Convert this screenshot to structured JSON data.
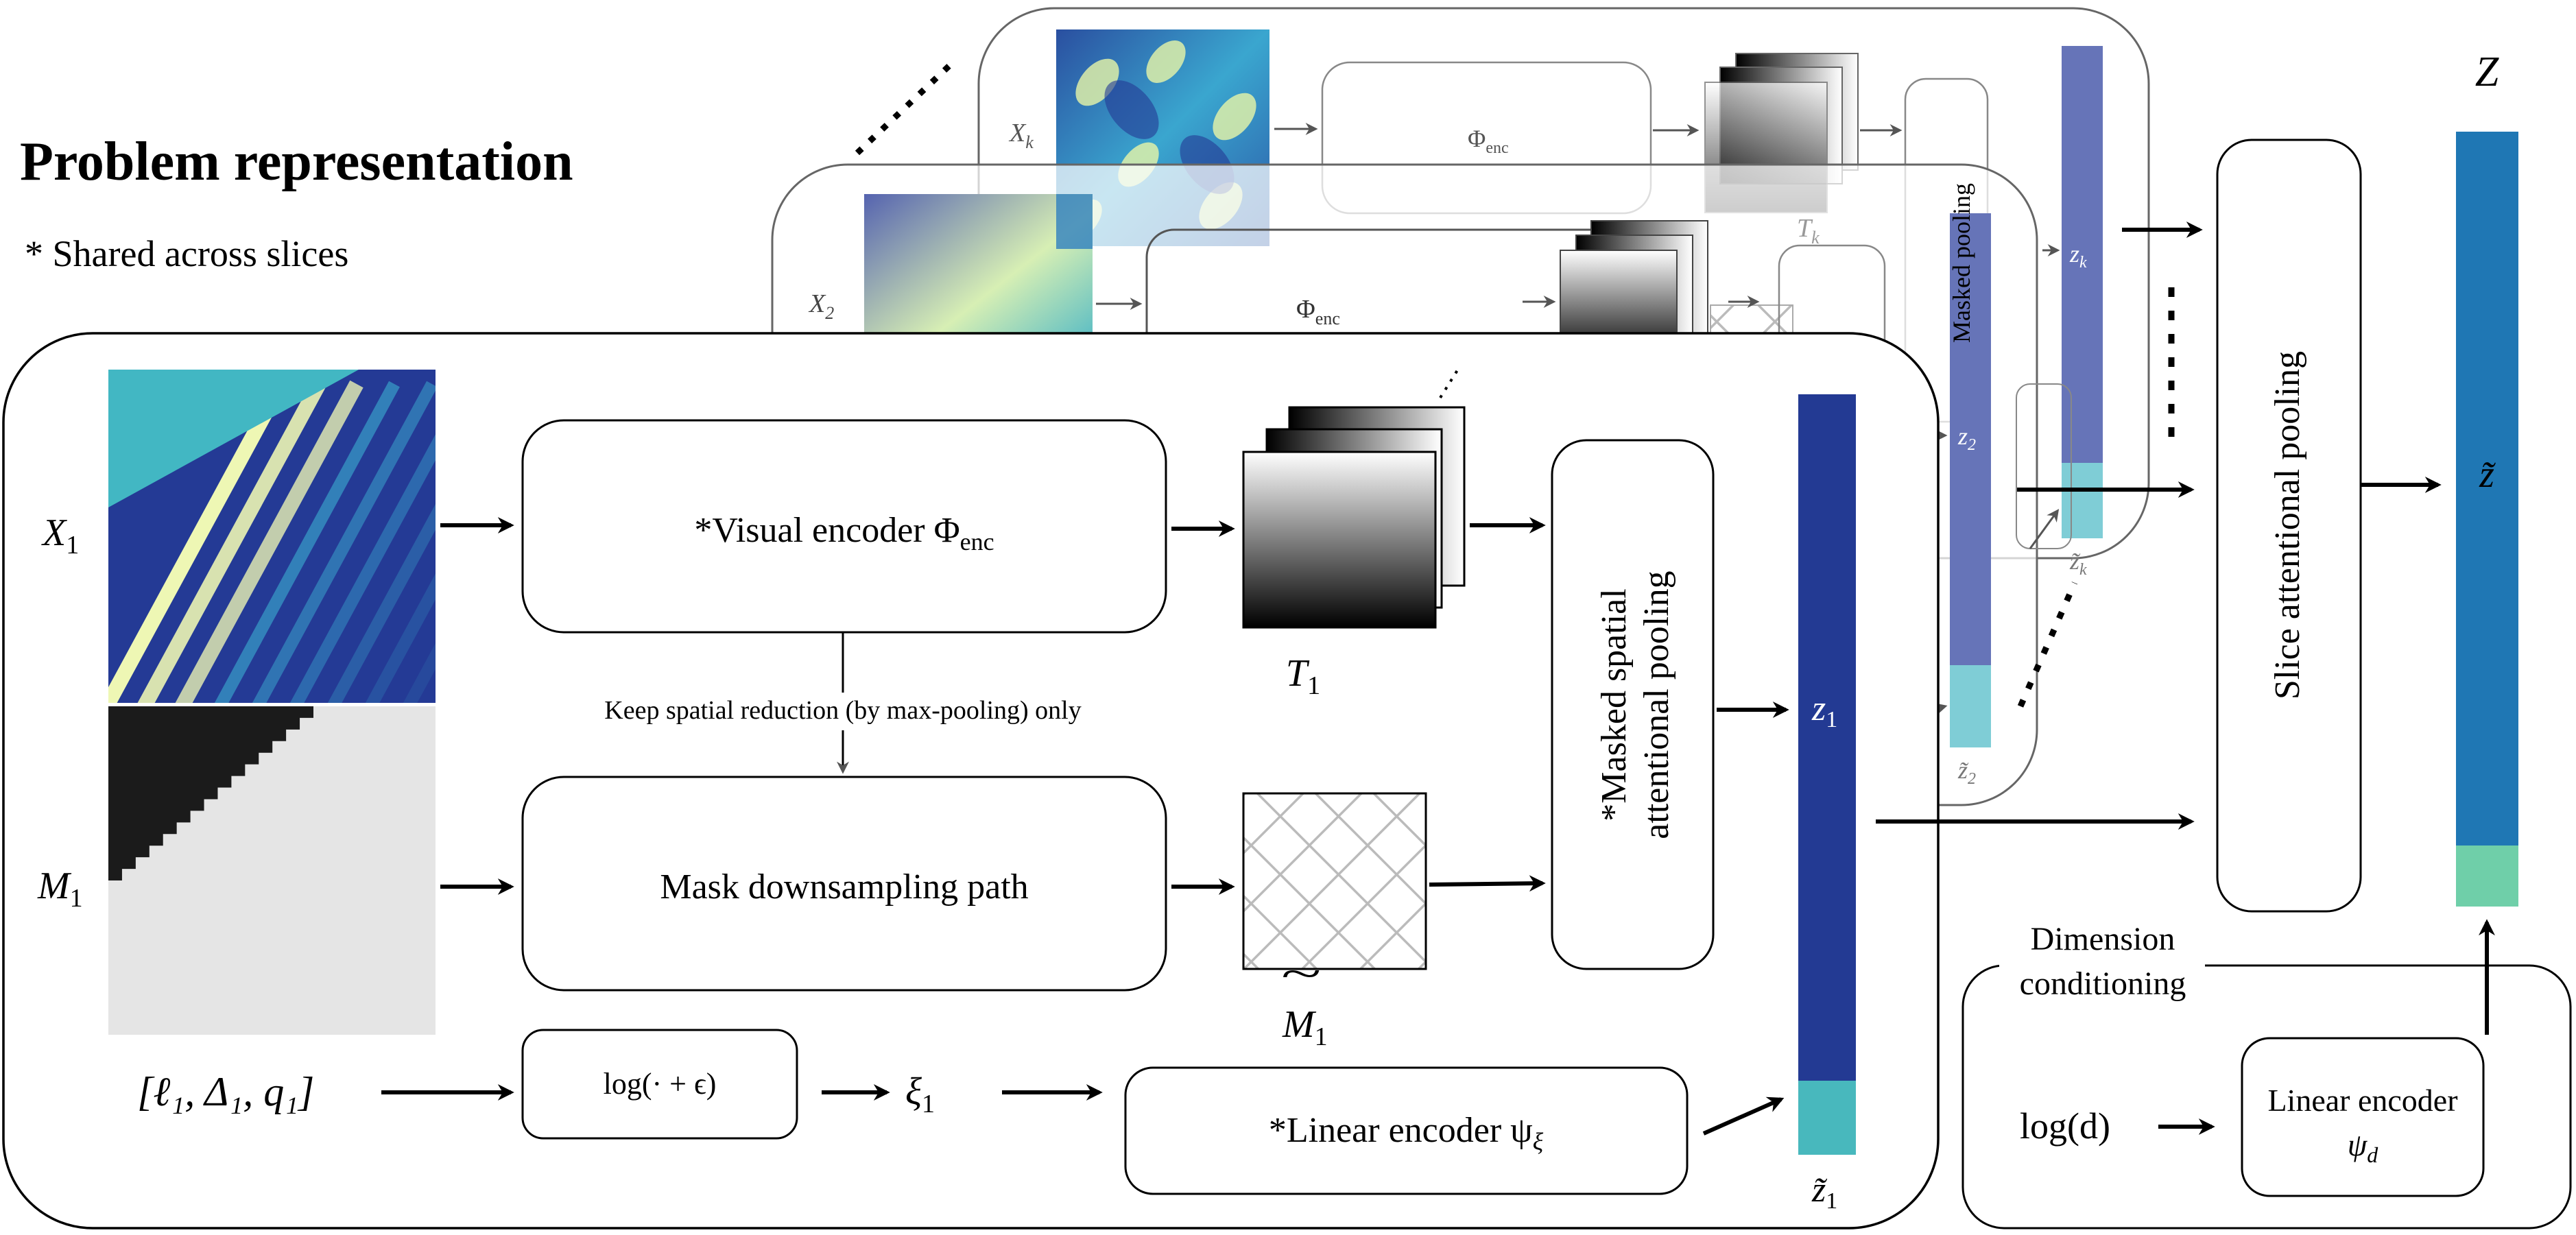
{
  "title": "Problem representation",
  "subtitle": "* Shared across slices",
  "colors": {
    "z_main": "#233a93",
    "z_cond": "#48b8bd",
    "z_slice": "#6674b8",
    "z_slice_cond": "#7fcdd6",
    "Z_main": "#1f77b4",
    "Z_cond": "#6fcfa9"
  },
  "front": {
    "x_label": {
      "base": "X",
      "sub": "1"
    },
    "m_label": {
      "base": "M",
      "sub": "1"
    },
    "visual_encoder": {
      "text": "*Visual encoder  Φ",
      "sub": "enc"
    },
    "note": "Keep spatial reduction (by max-pooling) only",
    "mask_path": "Mask downsampling path",
    "t_label": {
      "base": "T",
      "sub": "1"
    },
    "mtilde_label": {
      "base": "M",
      "sub": "1",
      "accent": "~"
    },
    "pooling": {
      "line1": "*Masked spatial",
      "line2": "attentional pooling"
    },
    "z_label": {
      "base": "z",
      "sub": "1"
    },
    "ztilde_label": {
      "base": "z̃",
      "sub": "1"
    },
    "params": "[ℓ₁, Δ₁, q₁]",
    "log_box": "log(· + ϵ)",
    "xi_label": {
      "base": "ξ",
      "sub": "1"
    },
    "linear_encoder": {
      "text": "*Linear encoder  ψ",
      "sub": "ξ"
    }
  },
  "slice2": {
    "x_label": {
      "base": "X",
      "sub": "2"
    },
    "encoder": {
      "text": "Φ",
      "sub": "enc"
    },
    "z_label": {
      "base": "z",
      "sub": "2"
    },
    "ztilde_label": {
      "base": "z̃",
      "sub": "2"
    }
  },
  "slicek": {
    "x_label": {
      "base": "X",
      "sub": "k"
    },
    "encoder": {
      "text": "Φ",
      "sub": "enc"
    },
    "t_label": {
      "base": "T",
      "sub": "k"
    },
    "pooling": "Masked pooling",
    "z_label": {
      "base": "z",
      "sub": "k"
    },
    "ztilde_label": {
      "base": "z̃",
      "sub": "k"
    }
  },
  "slice_pooling": "Slice attentional pooling",
  "output": {
    "label": "Z",
    "bar_label": "z̃"
  },
  "dimension": {
    "title_line1": "Dimension",
    "title_line2": "conditioning",
    "input": "log(d)",
    "encoder_line1": "Linear encoder",
    "encoder_line2": {
      "base": "ψ",
      "sub": "d"
    }
  }
}
